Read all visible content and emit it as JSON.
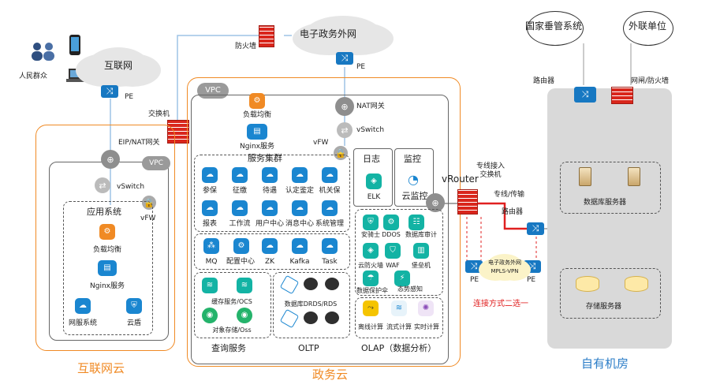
{
  "internet": {
    "people_label": "人民群众",
    "cloud_label": "互联网",
    "pe_label": "PE",
    "switch_label": "交换机",
    "eip_label": "EIP/NAT网关",
    "vpc_badge": "VPC",
    "vswitch_label": "vSwitch",
    "vfw_label": "vFW",
    "app_system_title": "应用系统",
    "apps": [
      "负载均衡",
      "Nginx服务",
      "网服系统",
      "云盾"
    ],
    "zone_title": "互联网云"
  },
  "gov_extranet": {
    "firewall_label": "防火墙",
    "cloud_label": "电子政务外网",
    "pe_label": "PE"
  },
  "gov_cloud": {
    "vpc_badge": "VPC",
    "lb_label": "负载均衡",
    "nginx_label": "Nginx服务",
    "nat_label": "NAT网关",
    "vswitch_label": "vSwitch",
    "vfw_label": "vFW",
    "service_cluster": {
      "title": "服务集群",
      "row1": [
        "参保",
        "征缴",
        "待遇",
        "认定鉴定",
        "机关保"
      ],
      "row2": [
        "报表",
        "工作流",
        "用户中心",
        "消息中心",
        "系统管理"
      ]
    },
    "middleware": [
      "MQ",
      "配置中心",
      "ZK",
      "Kafka",
      "Task"
    ],
    "query": {
      "title": "查询服务",
      "items": [
        "缓存服务/OCS",
        "对象存储/Oss"
      ]
    },
    "oltp": {
      "title": "OLTP",
      "item": "数据库DRDS/RDS"
    },
    "log": {
      "title": "日志",
      "item": "ELK"
    },
    "monitor": {
      "title": "监控",
      "item": "云监控"
    },
    "security": [
      "安骑士",
      "DDOS",
      "数据库审计",
      "云防火墙",
      "WAF",
      "堡垒机",
      "数据保护伞",
      "态势感知"
    ],
    "olap": {
      "title": "OLAP（数据分析）",
      "items": [
        "离线计算",
        "流式计算",
        "实时计算"
      ]
    },
    "vrouter_label": "vRouter",
    "zone_title": "政务云"
  },
  "links": {
    "dedicated_switch": "专线接入\n交换机",
    "dedicated_line": "专线/传输",
    "router": "路由器",
    "pe_left": "PE",
    "pe_right": "PE",
    "mpls_line1": "电子政务外网",
    "mpls_line2": "MPLS-VPN",
    "either_or": "连接方式二选一"
  },
  "own_dc": {
    "cloud_left": "国家垂管系统",
    "cloud_right": "外联单位",
    "router_label": "路由器",
    "gateway_label": "网闸/防火墙",
    "db_server_label": "数据库服务器",
    "storage_label": "存储服务器",
    "zone_title": "自有机房"
  },
  "colors": {
    "orange": "#f08a24",
    "blue_zone_title": "#2a7cc7",
    "red": "#e02020",
    "arrow_blue": "#4a8fd6"
  }
}
